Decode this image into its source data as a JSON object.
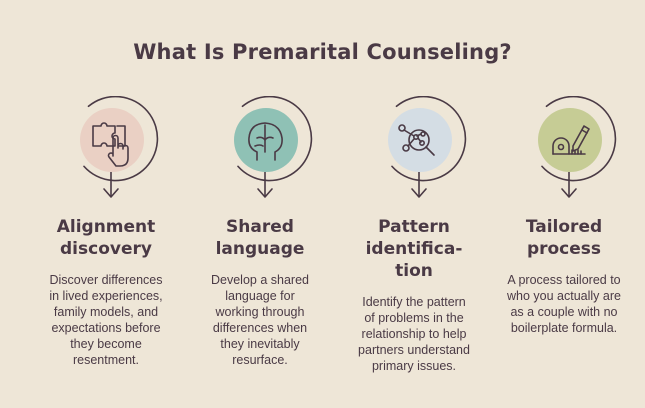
{
  "title": "What Is Premarital Counseling?",
  "colors": {
    "background": "#eee6d7",
    "text": "#4a3a45",
    "circle_1": "#ead0c4",
    "circle_2": "#8fc1b5",
    "circle_3": "#d4dde4",
    "circle_4": "#c6cc95"
  },
  "items": [
    {
      "heading": "Alignment\ndiscovery",
      "description": "Discover differences\nin lived experiences,\nfamily models, and\nexpectations before\nthey become\nresentment.",
      "icon": "puzzle-hand-icon"
    },
    {
      "heading": "Shared\nlanguage",
      "description": "Develop a shared\nlanguage for\nworking through\ndifferences when\nthey inevitably\nresurface.",
      "icon": "head-profile-icon"
    },
    {
      "heading": "Pattern\nidentifica-\ntion",
      "description": "Identify the pattern\nof problems in the\nrelationship to help\npartners understand\nprimary issues.",
      "icon": "network-magnifier-icon"
    },
    {
      "heading": "Tailored\nprocess",
      "description": "A process tailored to\nwho you actually are\nas a couple with no\nboilerplate formula.",
      "icon": "ruler-pencil-icon"
    }
  ]
}
